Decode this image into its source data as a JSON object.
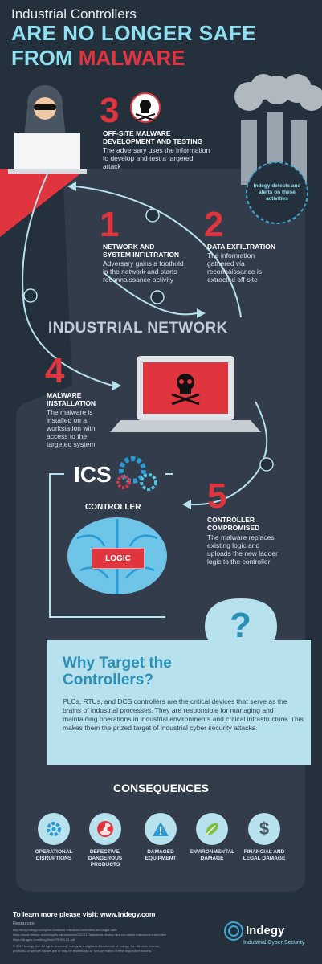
{
  "header": {
    "subtitle": "Industrial Controllers",
    "title_line1": "ARE NO LONGER SAFE",
    "title_line2a": "FROM ",
    "title_line2b": "MALWARE"
  },
  "colors": {
    "accent_red": "#e0353f",
    "accent_cyan": "#8fe0f0",
    "background": "#25303d",
    "panel": "#323c4b",
    "light_box": "#b7e1ec"
  },
  "steps": [
    {
      "num": "3",
      "title": "OFF-SITE MALWARE\nDEVELOPMENT AND TESTING",
      "text": "The adversary uses the information\nto develop and test a targeted\nattack"
    },
    {
      "num": "1",
      "title": "NETWORK AND\nSYSTEM INFILTRATION",
      "text": "Adversary gains a foothold\nin the network and starts\nreconnaissance activity"
    },
    {
      "num": "2",
      "title": "DATA EXFILTRATION",
      "text": "The information\ngathered via\nreconnaissance is\nextracted off-site"
    },
    {
      "num": "4",
      "title": "MALWARE\nINSTALLATION",
      "text": "The malware is\ninstalled on a\nworkstation with\naccess to the\ntargeted system"
    },
    {
      "num": "5",
      "title": "CONTROLLER\nCOMPROMISED",
      "text": "The malware replaces\nexisting logic and\nuploads the new ladder\nlogic to the controller"
    }
  ],
  "tip": "Indegy detects and alerts on these activities",
  "network_label": "INDUSTRIAL NETWORK",
  "ics_label": "ICS",
  "controller_label": "CONTROLLER",
  "logic_label": "LOGIC",
  "why": {
    "title": "Why Target the\nControllers?",
    "body": "PLCs, RTUs, and DCS controllers are the critical devices that serve as the brains of industrial processes. They are responsible for managing and maintaining operations in industrial environments and critical infrastructure. This makes them the prized target of industrial cyber security attacks."
  },
  "consequences": {
    "title": "CONSEQUENCES",
    "items": [
      {
        "label": "OPERATIONAL\nDISRUPTIONS",
        "icon": "gear-icon"
      },
      {
        "label": "DEFECTIVE/\nDANGEROUS\nPRODUCTS",
        "icon": "radiation-icon"
      },
      {
        "label": "DAMAGED\nEQUIPMENT",
        "icon": "warning-icon"
      },
      {
        "label": "ENVIRONMENTAL\nDAMAGE",
        "icon": "leaf-icon"
      },
      {
        "label": "FINANCIAL AND\nLEGAL DAMAGE",
        "icon": "dollar-icon"
      }
    ]
  },
  "footer": {
    "learn_more": "To learn more please visit: www.Indegy.com",
    "resources_title": "Resources:",
    "resources": [
      "http://blog.indegy.com/pinar-malware-industrial-controllers-no-longer-safe",
      "https://www.fireeye.com/blog/threat-research/2017/12/attackers-deploy-new-ics-attack-framework-triton.html",
      "https://dragos.com/blog/trisis/TRISIS-01.pdf",
      "© 2017 Indegy, Inc. All rights reserved. Indegy is a registered trademark of Indegy, Inc. All other brands,",
      "products, or service names are or may be trademarks or service marks of their respective owners."
    ],
    "brand": "Indegy",
    "brand_sub": "Industrial Cyber Security"
  }
}
